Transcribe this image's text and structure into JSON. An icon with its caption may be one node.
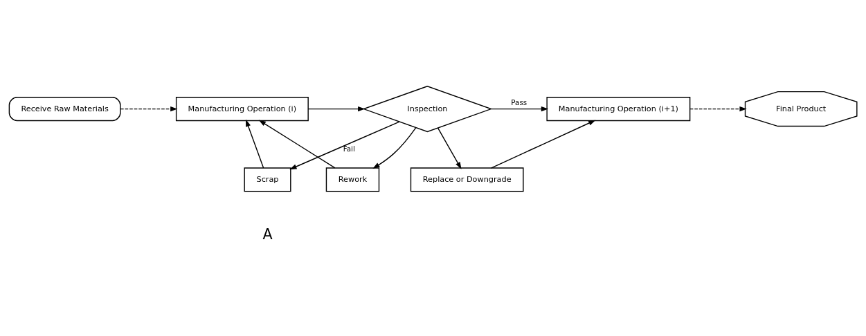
{
  "diagram": {
    "nodes": [
      {
        "text": [
          "Receive Raw Materials"
        ]
      },
      {
        "text": [
          "Manufacturing Operation (i)"
        ]
      },
      {
        "text": [
          "Inspection"
        ]
      },
      {
        "text": [
          "Manufacturing Operation (i+1)"
        ]
      },
      {
        "text": [
          "Final Product"
        ]
      },
      {
        "text": [
          "Rework"
        ]
      },
      {
        "text": [
          "Replace or Downgrade"
        ]
      },
      {
        "text": [
          "Scrap"
        ]
      }
    ],
    "edges": [
      {
        "from": 0,
        "to": 1,
        "arrow": "to",
        "style": "dashed"
      },
      {
        "from": 1,
        "to": 2,
        "arrow": "to"
      },
      {
        "from": 2,
        "to": 3,
        "arrow": "to",
        "label": "Pass"
      },
      {
        "from": 3,
        "to": 4,
        "arrow": "to",
        "style": "dashed"
      },
      {
        "from": 2,
        "to": 5,
        "arrow": "to"
      },
      {
        "from": 2,
        "to": 6,
        "arrow": "to"
      },
      {
        "from": 2,
        "to": 7,
        "arrow": "to",
        "label": "Fail"
      },
      {
        "from": 5,
        "to": 1,
        "arrow": "to"
      },
      {
        "from": 6,
        "to": 3,
        "arrow": "to"
      },
      {
        "from": 7,
        "to": 1,
        "arrow": "to"
      }
    ],
    "labels": [
      "A"
    ]
  }
}
